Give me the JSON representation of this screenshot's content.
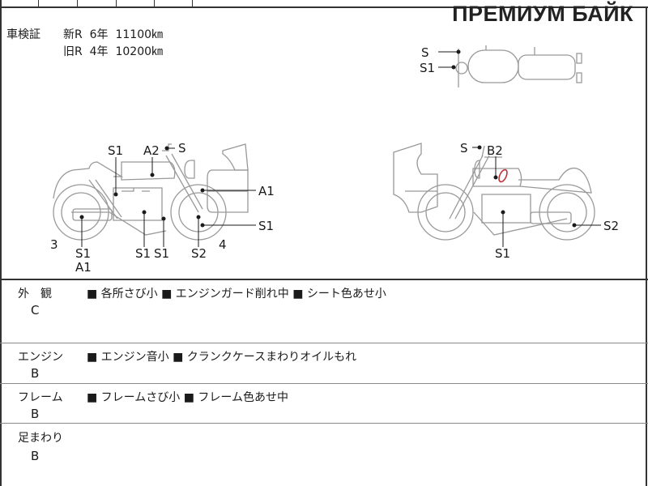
{
  "brand": "ПРЕМИУМ БАЙК",
  "inspection": {
    "label": "車検証",
    "lines": [
      {
        "type": "新R",
        "years": "6年",
        "km": "11100㎞"
      },
      {
        "type": "旧R",
        "years": "4年",
        "km": "10200㎞"
      }
    ]
  },
  "diagram": {
    "top": {
      "S": "S",
      "S1": "S1"
    },
    "left": {
      "S1a": "S1",
      "A2": "A2",
      "S": "S",
      "A1": "A1",
      "S1b": "S1",
      "n3": "3",
      "n4": "4",
      "S1c": "S1",
      "A1b": "A1",
      "S1d": "S1",
      "S1e": "S1",
      "S2": "S2"
    },
    "right": {
      "S": "S",
      "B2": "B2",
      "S2": "S2",
      "S1": "S1"
    },
    "damage_color": "#c0303a"
  },
  "rows": [
    {
      "label": "外　観",
      "grade": "C",
      "content": "■ 各所さび小 ■ エンジンガード削れ中 ■ シート色あせ小"
    },
    {
      "label": "エンジン",
      "grade": "B",
      "content": "■ エンジン音小 ■ クランクケースまわりオイルもれ"
    },
    {
      "label": "フレーム",
      "grade": "B",
      "content": "■ フレームさび小 ■ フレーム色あせ中"
    },
    {
      "label": "足まわり",
      "grade": "B",
      "content": ""
    }
  ]
}
